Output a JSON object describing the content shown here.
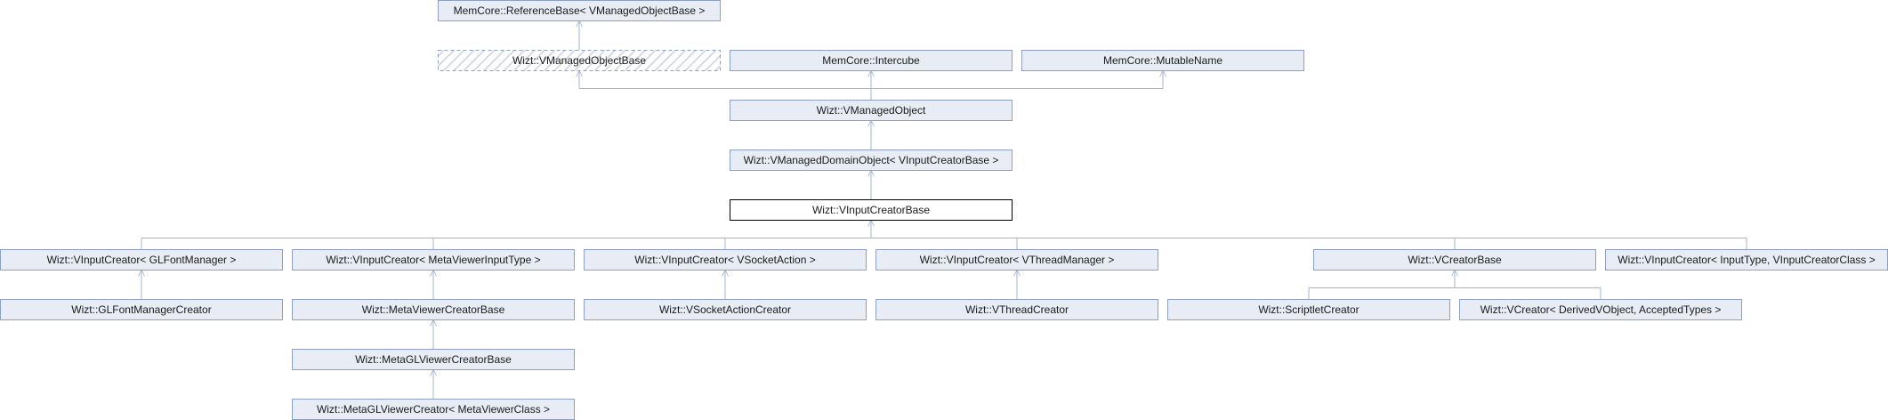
{
  "nodes": [
    {
      "id": "refbase",
      "label": "MemCore::ReferenceBase< VManagedObjectBase >",
      "style": "normal"
    },
    {
      "id": "vmob",
      "label": "Wizt::VManagedObjectBase",
      "style": "hatched"
    },
    {
      "id": "intercube",
      "label": "MemCore::Intercube",
      "style": "normal"
    },
    {
      "id": "mutname",
      "label": "MemCore::MutableName",
      "style": "normal"
    },
    {
      "id": "vmo",
      "label": "Wizt::VManagedObject",
      "style": "normal"
    },
    {
      "id": "vmdo",
      "label": "Wizt::VManagedDomainObject< VInputCreatorBase >",
      "style": "normal"
    },
    {
      "id": "vicb",
      "label": "Wizt::VInputCreatorBase",
      "style": "current"
    },
    {
      "id": "vic_gl",
      "label": "Wizt::VInputCreator< GLFontManager >",
      "style": "normal"
    },
    {
      "id": "vic_meta",
      "label": "Wizt::VInputCreator< MetaViewerInputType >",
      "style": "normal"
    },
    {
      "id": "vic_sock",
      "label": "Wizt::VInputCreator< VSocketAction >",
      "style": "normal"
    },
    {
      "id": "vic_thr",
      "label": "Wizt::VInputCreator< VThreadManager >",
      "style": "normal"
    },
    {
      "id": "vcb",
      "label": "Wizt::VCreatorBase",
      "style": "normal"
    },
    {
      "id": "vic_inp",
      "label": "Wizt::VInputCreator< InputType, VInputCreatorClass >",
      "style": "normal"
    },
    {
      "id": "glfmc",
      "label": "Wizt::GLFontManagerCreator",
      "style": "normal"
    },
    {
      "id": "mvcb",
      "label": "Wizt::MetaViewerCreatorBase",
      "style": "normal"
    },
    {
      "id": "vsac",
      "label": "Wizt::VSocketActionCreator",
      "style": "normal"
    },
    {
      "id": "vtc",
      "label": "Wizt::VThreadCreator",
      "style": "normal"
    },
    {
      "id": "sc",
      "label": "Wizt::ScriptletCreator",
      "style": "normal"
    },
    {
      "id": "vcr",
      "label": "Wizt::VCreator< DerivedVObject, AcceptedTypes >",
      "style": "normal"
    },
    {
      "id": "mglvcb",
      "label": "Wizt::MetaGLViewerCreatorBase",
      "style": "normal"
    },
    {
      "id": "mglvc",
      "label": "Wizt::MetaGLViewerCreator< MetaViewerClass >",
      "style": "normal"
    }
  ],
  "edges": [
    {
      "from": "vmob",
      "to": "refbase"
    },
    {
      "from": "vmo",
      "to": "vmob"
    },
    {
      "from": "vmo",
      "to": "intercube"
    },
    {
      "from": "vmo",
      "to": "mutname"
    },
    {
      "from": "vmdo",
      "to": "vmo"
    },
    {
      "from": "vicb",
      "to": "vmdo"
    },
    {
      "from": "vic_gl",
      "to": "vicb"
    },
    {
      "from": "vic_meta",
      "to": "vicb"
    },
    {
      "from": "vic_sock",
      "to": "vicb"
    },
    {
      "from": "vic_thr",
      "to": "vicb"
    },
    {
      "from": "vcb",
      "to": "vicb"
    },
    {
      "from": "vic_inp",
      "to": "vicb"
    },
    {
      "from": "glfmc",
      "to": "vic_gl"
    },
    {
      "from": "mvcb",
      "to": "vic_meta"
    },
    {
      "from": "vsac",
      "to": "vic_sock"
    },
    {
      "from": "vtc",
      "to": "vic_thr"
    },
    {
      "from": "sc",
      "to": "vcb"
    },
    {
      "from": "vcr",
      "to": "vcb"
    },
    {
      "from": "mglvcb",
      "to": "mvcb"
    },
    {
      "from": "mglvc",
      "to": "mglvcb"
    }
  ]
}
